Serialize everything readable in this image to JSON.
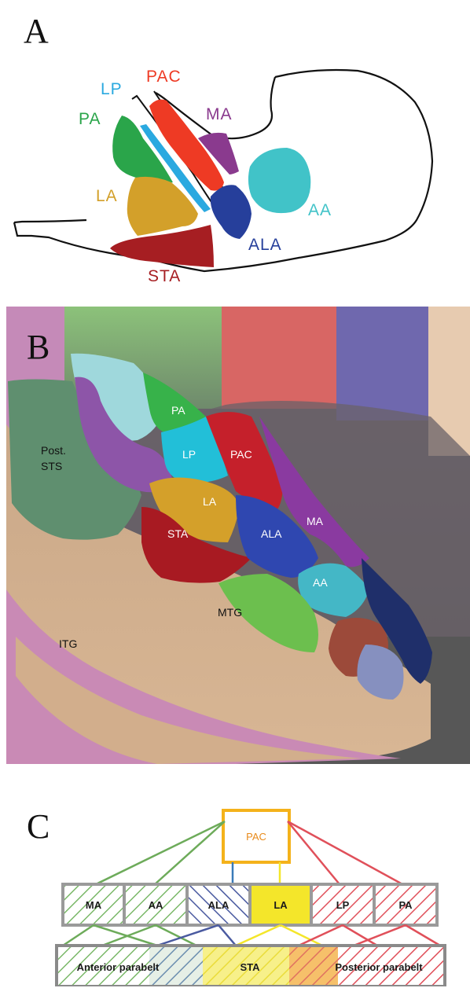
{
  "panels": {
    "a": "A",
    "b": "B",
    "c": "C"
  },
  "panelA": {
    "labels": {
      "lp": "LP",
      "pac": "PAC",
      "ma": "MA",
      "pa": "PA",
      "la": "LA",
      "aa": "AA",
      "ala": "ALA",
      "sta": "STA"
    },
    "colors": {
      "PAC": "#ee3a24",
      "PA": "#2aa54a",
      "LP": "#2aa9e0",
      "MA": "#8a3a8e",
      "AA": "#41c3c8",
      "LA": "#d3a02a",
      "ALA": "#263f9b",
      "STA": "#a61e22"
    }
  },
  "panelB": {
    "labels": {
      "pa": "PA",
      "lp": "LP",
      "pac": "PAC",
      "post_sts": [
        "Post.",
        "STS"
      ],
      "la": "LA",
      "ma": "MA",
      "sta": "STA",
      "ala": "ALA",
      "aa": "AA",
      "mtg": "MTG",
      "itg": "ITG"
    }
  },
  "panelC": {
    "top": "PAC",
    "middle": [
      "MA",
      "AA",
      "ALA",
      "LA",
      "LP",
      "PA"
    ],
    "bottom": [
      "Anterior parabelt",
      "STA",
      "Posterior parabelt"
    ],
    "colors": {
      "pac": "#f4b21b",
      "green": "#6dab5a",
      "blue": "#4a5aa0",
      "yellow": "#f4e62a",
      "red": "#e0505a",
      "gray": "#9a9a9a"
    }
  }
}
